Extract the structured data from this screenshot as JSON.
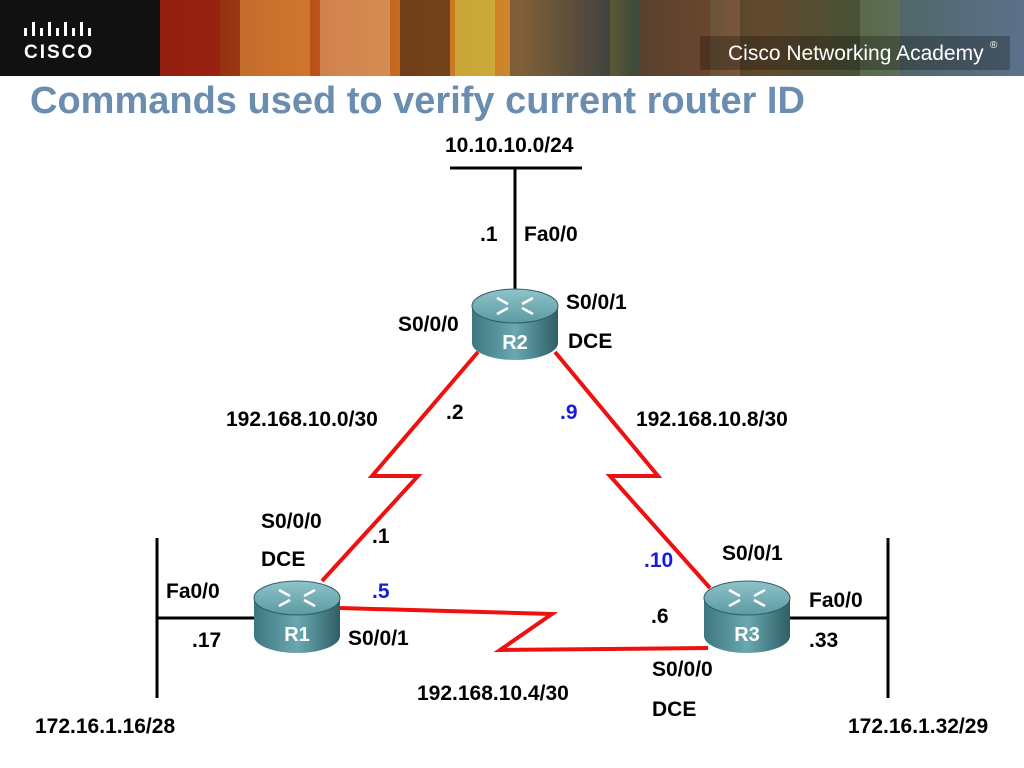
{
  "header": {
    "logo_text": "CISCO",
    "academy_text": "Cisco Networking Academy",
    "trademark": "®"
  },
  "title": "Commands used to verify current router ID",
  "colors": {
    "title": "#6a8db0",
    "serial_link": "#ee1111",
    "ethernet_link": "#000000",
    "ip_highlight": "#1a1ad8",
    "router_body": "#4f8a92"
  },
  "icons": {
    "router": "router-icon",
    "serial_link": "serial-zigzag-link"
  },
  "routers": {
    "r1": {
      "name": "R1"
    },
    "r2": {
      "name": "R2"
    },
    "r3": {
      "name": "R3"
    }
  },
  "labels": {
    "r2_lan_network": "10.10.10.0/24",
    "r2_lan_host": ".1",
    "r2_lan_iface": "Fa0/0",
    "r2_s000": "S0/0/0",
    "r2_s001": "S0/0/1",
    "r2_dce": "DCE",
    "net_r1_r2": "192.168.10.0/30",
    "r2_s000_host": ".2",
    "r2_s001_host": ".9",
    "net_r2_r3": "192.168.10.8/30",
    "r1_s000": "S0/0/0",
    "r1_dce": "DCE",
    "r1_s000_host": ".1",
    "r1_lan_iface": "Fa0/0",
    "r1_s001_host": ".5",
    "r1_lan_host": ".17",
    "r1_s001": "S0/0/1",
    "r1_lan_network": "172.16.1.16/28",
    "net_r1_r3": "192.168.10.4/30",
    "r3_s001_host": ".10",
    "r3_s001": "S0/0/1",
    "r3_lan_iface": "Fa0/0",
    "r3_s000_host": ".6",
    "r3_lan_host": ".33",
    "r3_s000": "S0/0/0",
    "r3_dce": "DCE",
    "r3_lan_network": "172.16.1.32/29"
  }
}
